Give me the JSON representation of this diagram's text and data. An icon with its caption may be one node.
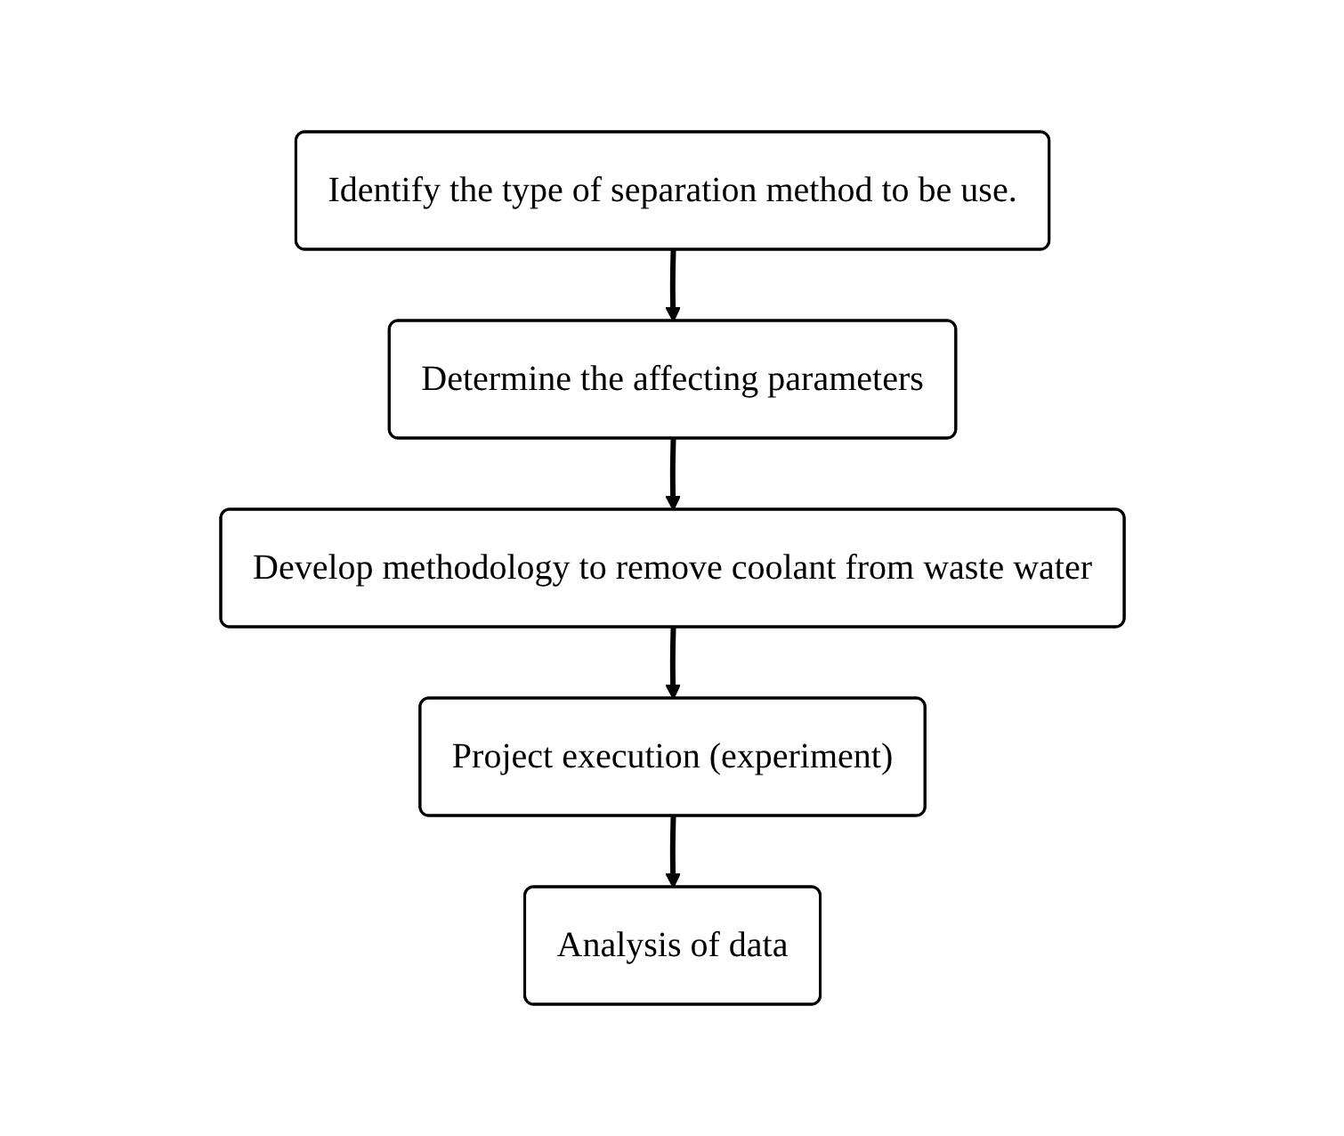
{
  "diagram": {
    "nodes": [
      {
        "text": [
          "Identify the type of separation method to be use."
        ]
      },
      {
        "text": [
          "Determine the affecting parameters"
        ]
      },
      {
        "text": [
          "Develop methodology to remove coolant from waste water"
        ]
      },
      {
        "text": [
          "Project execution (experiment)"
        ]
      },
      {
        "text": [
          "Analysis of data"
        ]
      }
    ],
    "edges": [
      {
        "from": 0,
        "to": 1,
        "arrow": "to"
      },
      {
        "from": 1,
        "to": 2,
        "arrow": "to"
      },
      {
        "from": 2,
        "to": 3,
        "arrow": "to"
      },
      {
        "from": 3,
        "to": 4,
        "arrow": "to"
      }
    ]
  }
}
